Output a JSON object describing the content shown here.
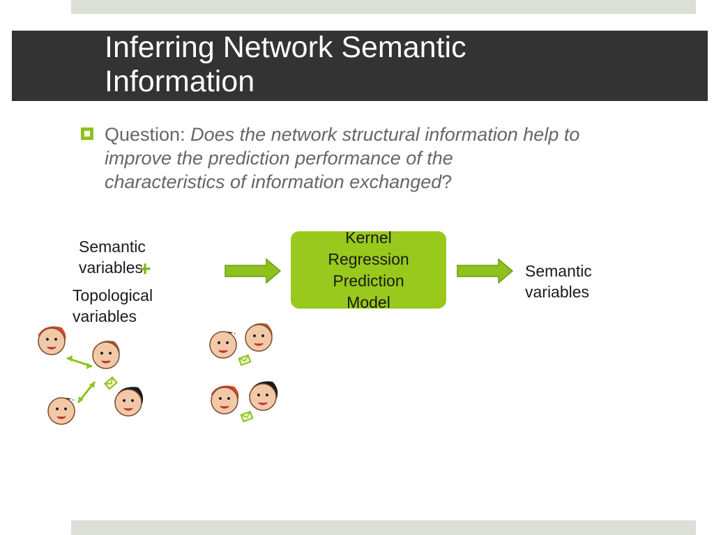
{
  "slide": {
    "title_line1": "Inferring Network Semantic",
    "title_line2": "Information",
    "bullet": {
      "lead": "Question: ",
      "line1": "Does the network structural information help to",
      "line2": "improve the prediction performance of the",
      "line3": "characteristics of information exchanged",
      "end": "?"
    }
  },
  "diagram": {
    "input_top_line1": "Semantic",
    "input_top_line2": "variables",
    "input_bottom_line1": "Topological",
    "input_bottom_line2": "variables",
    "model_line1": "Kernel",
    "model_line2": "Regression",
    "model_line3": "Prediction",
    "model_line4": "Model",
    "output_line1": "Semantic",
    "output_line2": "variables"
  },
  "colors": {
    "title_bar": "#333333",
    "accent_green": "#98c91c",
    "arrow_green": "#8cc21b",
    "band": "#dcdfd6"
  },
  "icons": {
    "plus": "plus-icon",
    "arrow": "arrow-right-icon",
    "people": "person-head-icon",
    "message": "message-envelope-icon"
  }
}
